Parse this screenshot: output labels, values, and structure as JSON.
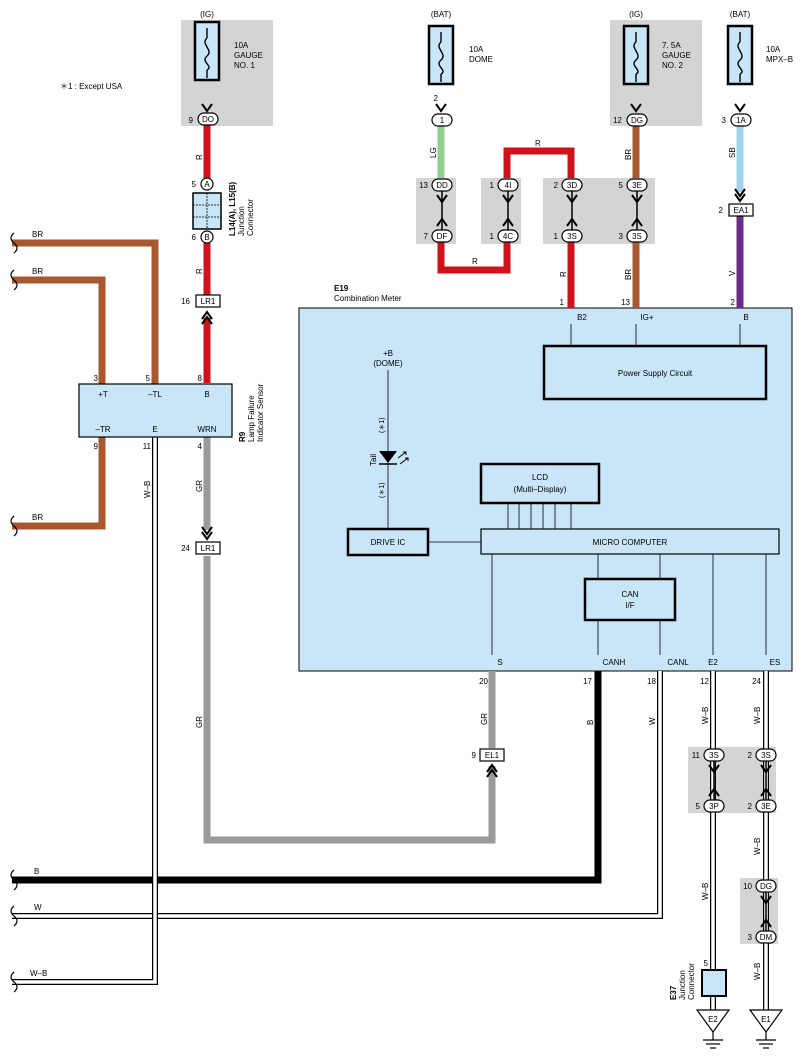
{
  "note": "＊1 : Except USA",
  "fuses": [
    {
      "supply": "(IG)",
      "rating": "10A",
      "name1": "GAUGE",
      "name2": "NO. 1",
      "pin": "9",
      "conn": "DO"
    },
    {
      "supply": "(BAT)",
      "rating": "10A",
      "name1": "DOME",
      "name2": "",
      "pin": "2",
      "conn": "1"
    },
    {
      "supply": "(IG)",
      "rating": "7. 5A",
      "name1": "GAUGE",
      "name2": "NO. 2",
      "pin": "12",
      "conn": "DG"
    },
    {
      "supply": "(BAT)",
      "rating": "10A",
      "name1": "MPX–B",
      "name2": "",
      "pin": "3",
      "conn": "1A"
    }
  ],
  "jc_L14": {
    "label1": "L14(A), L15(B)",
    "label2": "Junction",
    "label3": "Connector",
    "pin_top": "5",
    "pin_bot": "6",
    "conn_top": "A",
    "conn_bot": "B"
  },
  "lr1_top": {
    "pin": "16",
    "conn": "LR1"
  },
  "lr1_bot": {
    "pin": "24",
    "conn": "LR1"
  },
  "ea1": {
    "pin": "2",
    "conn": "EA1"
  },
  "el1": {
    "pin": "9",
    "conn": "EL1"
  },
  "jc_blocks": [
    {
      "pin": "13",
      "conn": "DD"
    },
    {
      "pin": "7",
      "conn": "DF"
    },
    {
      "pin": "1",
      "conn": "4I"
    },
    {
      "pin": "1",
      "conn": "4C"
    },
    {
      "pin": "2",
      "conn": "3D"
    },
    {
      "pin": "1",
      "conn": "3S"
    },
    {
      "pin": "5",
      "conn": "3E"
    },
    {
      "pin": "3",
      "conn": "3S"
    },
    {
      "pin": "11",
      "conn": "3S"
    },
    {
      "pin": "5",
      "conn": "3P"
    },
    {
      "pin": "2",
      "conn": "3S"
    },
    {
      "pin": "2",
      "conn": "3E"
    },
    {
      "pin": "10",
      "conn": "DG"
    },
    {
      "pin": "3",
      "conn": "DM"
    }
  ],
  "wire_colors": {
    "red": "R",
    "brown": "BR",
    "green": "LG",
    "blue": "SB",
    "violet": "V",
    "gray": "GR",
    "black": "B",
    "white": "W",
    "whiteblack": "W–B"
  },
  "wire_labels": [
    "R",
    "R",
    "LG",
    "R",
    "R",
    "R",
    "BR",
    "BR",
    "SB",
    "V",
    "GR",
    "GR",
    "GR",
    "B",
    "W",
    "W–B",
    "W–B",
    "W–B",
    "W–B",
    "BR",
    "BR",
    "BR",
    "B",
    "W",
    "W–B",
    "W–B"
  ],
  "r9": {
    "code": "R9",
    "name1": "Lamp Failure",
    "name2": "Indicator Sensor",
    "t_plus": "+T",
    "t_tl": "–TL",
    "t_b": "B",
    "t_tr": "–TR",
    "t_e": "E",
    "t_wrn": "WRN",
    "p3": "3",
    "p5": "5",
    "p8": "8",
    "p9": "9",
    "p11": "11",
    "p4": "4"
  },
  "e19": {
    "code": "E19",
    "name": "Combination Meter",
    "top_pins": [
      "1",
      "13",
      "2"
    ],
    "top_terms": [
      "B2",
      "IG+",
      "B"
    ],
    "bottom_pins": [
      "20",
      "17",
      "18",
      "12",
      "24"
    ],
    "bottom_terms": [
      "S",
      "CANH",
      "CANL",
      "E2",
      "ES"
    ],
    "psu": "Power Supply Circuit",
    "lcd1": "LCD",
    "lcd2": "(Multi–Display)",
    "micro": "MICRO COMPUTER",
    "drive": "DRIVE IC",
    "can1": "CAN",
    "can2": "I/F",
    "dome1": "+B",
    "dome2": "(DOME)",
    "tail": "Tail",
    "star1": "(＊1)",
    "star2": "(＊1)"
  },
  "e37": {
    "code": "E37",
    "name1": "Junction",
    "name2": "Connector",
    "pin": "5"
  },
  "grounds": [
    "E2",
    "E1"
  ],
  "colors": {
    "meter_fill": "#c8e6f7",
    "gray_fill": "#d4d4d4",
    "red": "#d0121b",
    "brown": "#a8572e",
    "green": "#8fcf8f",
    "blue": "#9fd6ee",
    "violet": "#6b2d8c",
    "gray": "#9a9a9a",
    "black": "#000000"
  }
}
